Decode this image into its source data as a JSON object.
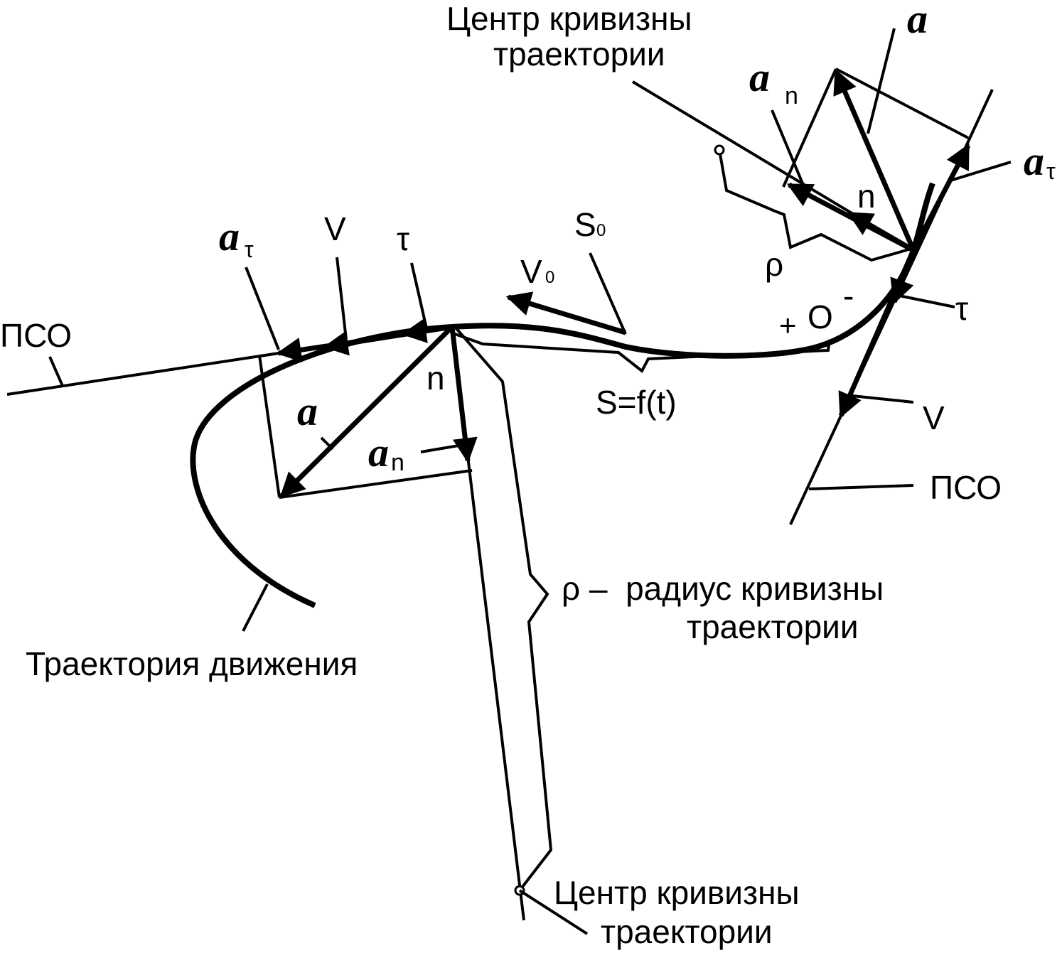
{
  "labels": {
    "center_top_line1": "Центр кривизны",
    "center_top_line2": "траектории",
    "center_bottom_line1": "Центр кривизны",
    "center_bottom_line2": "траектории",
    "radius_line1": "ρ –  радиус кривизны",
    "radius_line2": "траектории",
    "trajectory": "Траектория движения",
    "pso_left": "ПСО",
    "pso_right": "ПСО",
    "s_func": "S=f(t)",
    "s0": "S",
    "s0_sub": "0",
    "v0": "V",
    "v0_sub": "0",
    "origin": "O",
    "plus": "+",
    "minus": "-",
    "rho": "ρ"
  },
  "left_point": {
    "a_tau": "a",
    "a_tau_sub": "τ",
    "v": "V",
    "tau": "τ",
    "n": "n",
    "a": "a",
    "a_n": "a",
    "a_n_sub": "n"
  },
  "right_point": {
    "a": "a",
    "a_n": "a",
    "a_n_sub": "n",
    "n": "n",
    "a_tau": "a",
    "a_tau_sub": "τ",
    "tau": "τ",
    "v": "V"
  }
}
